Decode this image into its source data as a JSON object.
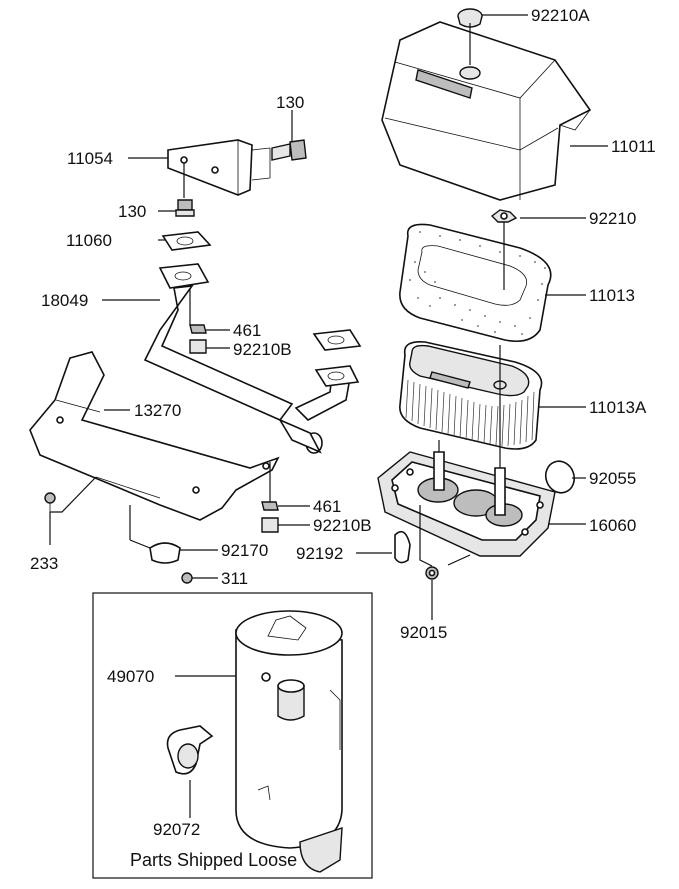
{
  "labels": {
    "l92210A": "92210A",
    "l11011": "11011",
    "l130a": "130",
    "l11054": "11054",
    "l130b": "130",
    "l11060": "11060",
    "l92210": "92210",
    "l11013": "11013",
    "l18049": "18049",
    "l461a": "461",
    "l92210Ba": "92210B",
    "l13270": "13270",
    "l11013A": "11013A",
    "l92055": "92055",
    "l461b": "461",
    "l92210Bb": "92210B",
    "l16060": "16060",
    "l233": "233",
    "l92170": "92170",
    "l92192": "92192",
    "l311": "311",
    "l92015": "92015",
    "l49070": "49070",
    "l92072": "92072"
  },
  "loose_box": {
    "title": "Parts Shipped Loose"
  }
}
